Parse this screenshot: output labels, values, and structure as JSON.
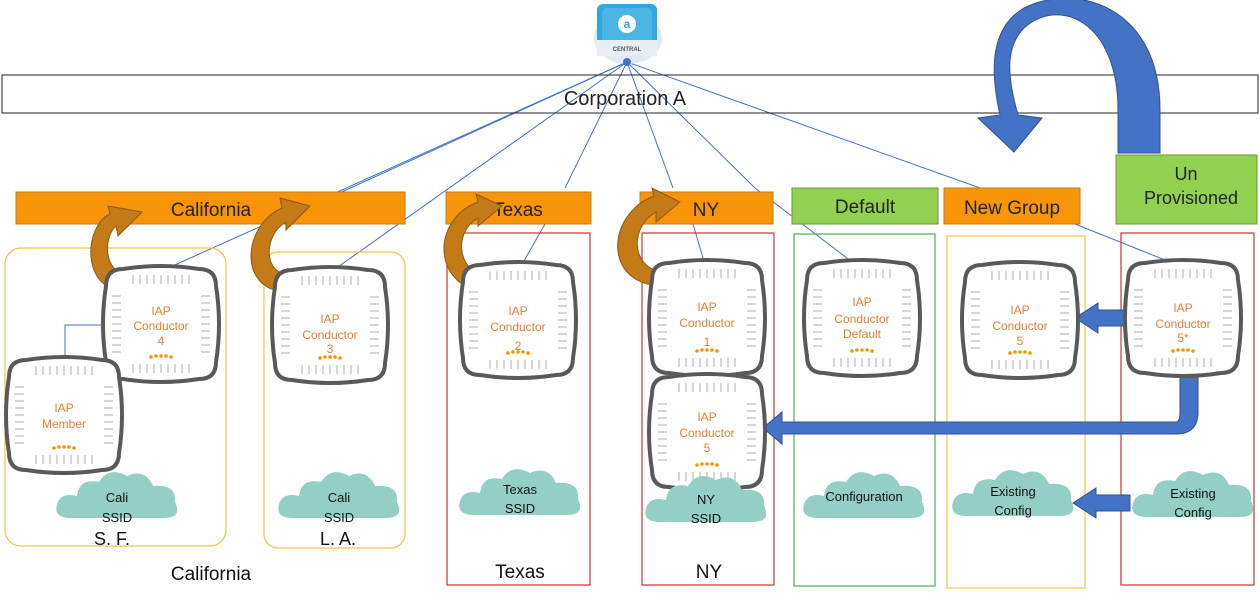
{
  "logo": {
    "label": "CENTRAL",
    "glyph": "a"
  },
  "corporation": "Corporation A",
  "groups": [
    {
      "id": "california",
      "label": "California",
      "fill": "#f79408"
    },
    {
      "id": "texas",
      "label": "Texas",
      "fill": "#f79408"
    },
    {
      "id": "ny",
      "label": "NY",
      "fill": "#f79408"
    },
    {
      "id": "default",
      "label": "Default",
      "fill": "#92d050"
    },
    {
      "id": "new-group",
      "label": "New Group",
      "fill": "#f79408"
    },
    {
      "id": "unprovisioned",
      "label_line1": "Un",
      "label_line2": "Provisioned",
      "fill": "#92d050"
    }
  ],
  "devices": [
    {
      "id": "sf-conductor",
      "line1": "IAP",
      "line2": "Conductor",
      "line3": "4"
    },
    {
      "id": "sf-member",
      "line1": "IAP",
      "line2": "Member",
      "line3": ""
    },
    {
      "id": "la-conductor",
      "line1": "IAP",
      "line2": "Conductor",
      "line3": "3"
    },
    {
      "id": "texas-conductor",
      "line1": "IAP",
      "line2": "Conductor",
      "line3": "2"
    },
    {
      "id": "ny-conductor-1",
      "line1": "IAP",
      "line2": "Conductor",
      "line3": "1"
    },
    {
      "id": "ny-conductor-5",
      "line1": "IAP",
      "line2": "Conductor",
      "line3": "5"
    },
    {
      "id": "default-conductor",
      "line1": "IAP",
      "line2": "Conductor",
      "line3": "Default"
    },
    {
      "id": "newgroup-conductor",
      "line1": "IAP",
      "line2": "Conductor",
      "line3": "5"
    },
    {
      "id": "unprov-conductor",
      "line1": "IAP",
      "line2": "Conductor",
      "line3": "5*"
    }
  ],
  "clouds": [
    {
      "id": "sf",
      "line1": "Cali",
      "line2": "SSID"
    },
    {
      "id": "la",
      "line1": "Cali",
      "line2": "SSID"
    },
    {
      "id": "texas",
      "line1": "Texas",
      "line2": "SSID"
    },
    {
      "id": "ny",
      "line1": "NY",
      "line2": "SSID"
    },
    {
      "id": "default",
      "line1": "Configuration",
      "line2": ""
    },
    {
      "id": "newgroup",
      "line1": "Existing",
      "line2": "Config"
    },
    {
      "id": "unprov",
      "line1": "Existing",
      "line2": "Config"
    }
  ],
  "site_labels": {
    "sf": "S. F.",
    "la": "L. A."
  },
  "bottom_labels": {
    "california": "California",
    "texas": "Texas",
    "ny": "NY"
  },
  "colors": {
    "orange": "#f79408",
    "green": "#92d050",
    "blue_arrow": "#4472c4",
    "line": "#4472c4",
    "cloud": "#93cfc4",
    "device_text": "#ed7d31",
    "yellow_frame": "#f5c342",
    "red_frame": "#d32f2f",
    "green_frame": "#4caf50"
  }
}
